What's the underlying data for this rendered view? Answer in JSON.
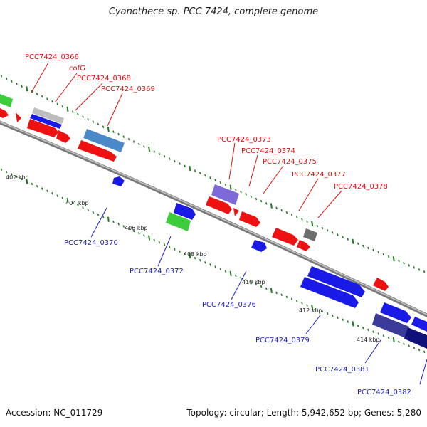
{
  "title": "Cyanothece sp. PCC 7424, complete genome",
  "footer": {
    "accession": "Accession: NC_011729",
    "topology": "Topology: circular; Length: 5,942,652 bp; Genes: 5,280"
  },
  "colors": {
    "forward_gene": "#ee1111",
    "reverse_gene": "#1a1ae6",
    "backbone": "#8a8a8a",
    "tick": "#1e7a1e",
    "label_top": "#e01010",
    "label_bottom": "#1f1fc0"
  },
  "kbp_labels": [
    "402 kbp",
    "404 kbp",
    "406 kbp",
    "408 kbp",
    "410 kbp",
    "412 kbp",
    "414 kbp"
  ],
  "top_labels": [
    "PCC7424_0366",
    "cofG",
    "PCC7424_0368",
    "PCC7424_0369",
    "PCC7424_0373",
    "PCC7424_0374",
    "PCC7424_0375",
    "PCC7424_0377",
    "PCC7424_0378"
  ],
  "bottom_labels": [
    "PCC7424_0370",
    "PCC7424_0372",
    "PCC7424_0376",
    "PCC7424_0379",
    "PCC7424_0381",
    "PCC7424_0382"
  ]
}
